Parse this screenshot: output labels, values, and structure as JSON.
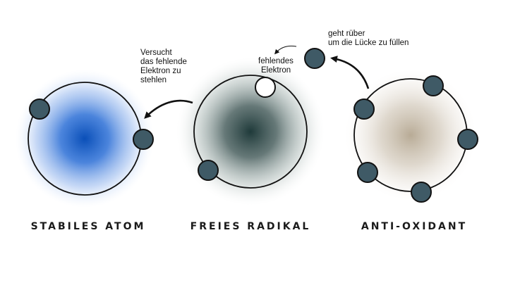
{
  "labels": {
    "stable_atom": "STABILES ATOM",
    "free_radical": "FREIES RADIKAL",
    "antioxidant": "ANTI-OXIDANT"
  },
  "annotations": {
    "steal": [
      "Versucht",
      "das fehlende",
      "Elektron zu",
      "stehlen"
    ],
    "missing": [
      "fehlendes",
      "Elektron"
    ],
    "donate": [
      "geht rüber",
      "um die Lücke zu füllen"
    ]
  },
  "colors": {
    "stable_glow": "#0a4fb8",
    "radical_glow": "#1f3a3a",
    "antioxidant_glow": "#b8ab96",
    "electron": "#3f5a66",
    "outline": "#111111"
  }
}
